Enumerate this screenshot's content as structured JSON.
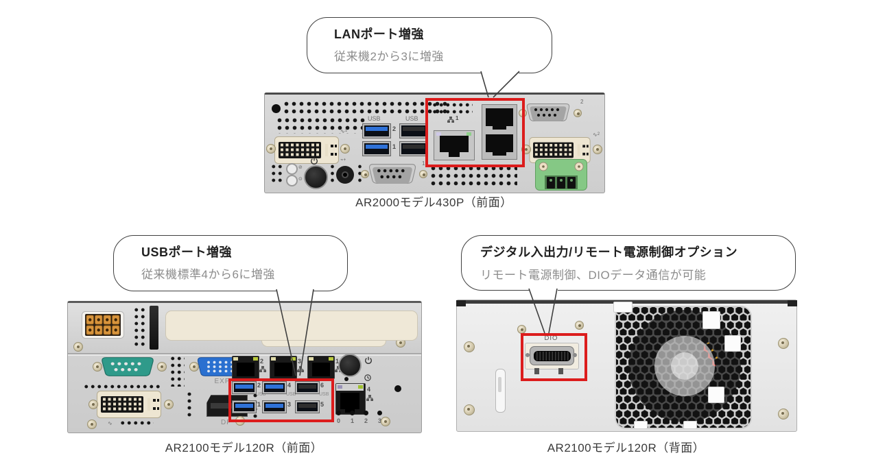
{
  "callouts": {
    "lan": {
      "title": "LANポート増強",
      "subtitle": "従来機2から3に増強"
    },
    "usb": {
      "title": "USBポート増強",
      "subtitle": "従来機標準4から6に増強"
    },
    "dio": {
      "title": "デジタル入出力/リモート電源制御オプション",
      "subtitle": "リモート電源制御、DIOデータ通信が可能"
    }
  },
  "captions": {
    "ar2000_front": "AR2000モデル430P（前面）",
    "ar2100_front": "AR2100モデル120R（前面）",
    "ar2100_rear": "AR2100モデル120R（背面）"
  },
  "labels": {
    "usb": "USB",
    "exp": "EXP",
    "dp": "DP",
    "dio": "DIO",
    "n0": "0",
    "n1": "1",
    "n2": "2",
    "n3": "3",
    "n4": "4",
    "n5": "5",
    "n6": "6"
  },
  "icons": {
    "wave": "∿",
    "no_entry": "⊘",
    "circle_dot": "⊙",
    "audio": "⌁"
  },
  "colors": {
    "highlight_red": "#dc1c1c",
    "usb3_blue": "#2f72d8",
    "terminal_green": "#85c885",
    "serial_teal": "#2f9a8a",
    "vga_blue": "#2a70d0"
  }
}
